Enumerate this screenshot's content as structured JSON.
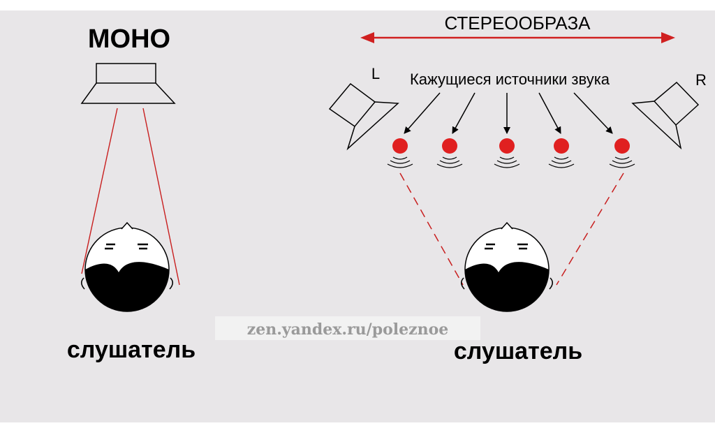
{
  "diagram": {
    "mono_title": "МОНО",
    "stereo_title": "СТЕРЕООБРАЗА",
    "left_speaker_label": "L",
    "right_speaker_label": "R",
    "phantom_sources_label": "Кажущиеся источники звука",
    "listener_label": "слушатель",
    "watermark": "zen.yandex.ru/poleznoe"
  },
  "colors": {
    "background_panel": "#e8e6e8",
    "line": "#000000",
    "red_lines": "#c81e1e",
    "source_dot": "#e02020",
    "arrow_red": "#d02020",
    "head_dark": "#000000"
  }
}
